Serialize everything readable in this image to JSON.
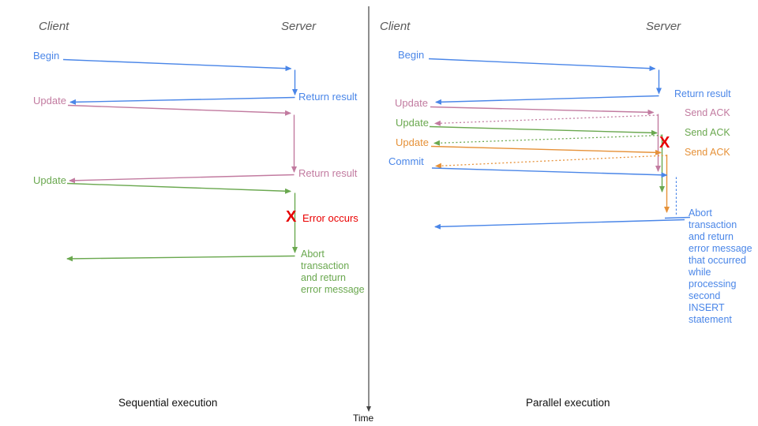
{
  "colors": {
    "blue": "#4a86e8",
    "pink": "#c27ba0",
    "green": "#6aa84f",
    "orange": "#e69138",
    "red": "#e60000",
    "header_gray": "#595959",
    "axis_gray": "#444444"
  },
  "left": {
    "title": "Sequential execution",
    "client_header": "Client",
    "server_header": "Server",
    "begin": "Begin",
    "return_result_1": "Return result",
    "update_1": "Update",
    "return_result_2": "Return result",
    "update_2": "Update",
    "error_mark": "X",
    "error_label": "Error occurs",
    "abort_message": "Abort\ntransaction\nand return\nerror message"
  },
  "right": {
    "title": "Parallel execution",
    "client_header": "Client",
    "server_header": "Server",
    "begin": "Begin",
    "return_result": "Return result",
    "update_1": "Update",
    "send_ack_1": "Send ACK",
    "update_2": "Update",
    "send_ack_2": "Send ACK",
    "update_3": "Update",
    "send_ack_3": "Send ACK",
    "commit": "Commit",
    "error_mark": "X",
    "abort_message": "Abort\ntransaction\nand return\nerror message\nthat occurred\nwhile\nprocessing\nsecond\nINSERT\nstatement"
  },
  "time_axis": {
    "label": "Time"
  }
}
